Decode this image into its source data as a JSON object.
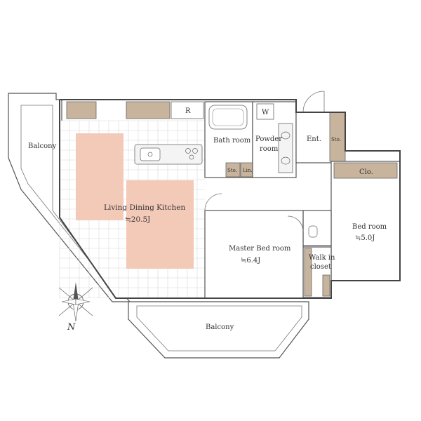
{
  "rooms": {
    "balcony_left": "Balcony",
    "balcony_bottom": "Balcony",
    "ldk": "Living Dining Kitchen",
    "ldk_size": "≒20.5J",
    "bath": "Bath room",
    "powder_line1": "Powder",
    "powder_line2": "room",
    "entrance": "Ent.",
    "sto_entrance": "Sto.",
    "closet": "Clo.",
    "bed": "Bed room",
    "bed_size": "≒5.0J",
    "master": "Master Bed room",
    "master_size": "≒6.4J",
    "walkin_line1": "Walk in",
    "walkin_line2": "closet",
    "sto_small": "Sto.",
    "lin": "Lin.",
    "refrigerator": "R",
    "washer": "W"
  },
  "compass": {
    "north_label": "N"
  },
  "colors": {
    "storage": "#c8b49c",
    "highlight": "#f3c9b8",
    "grid": "#d8d8d8",
    "wall": "#555555"
  }
}
